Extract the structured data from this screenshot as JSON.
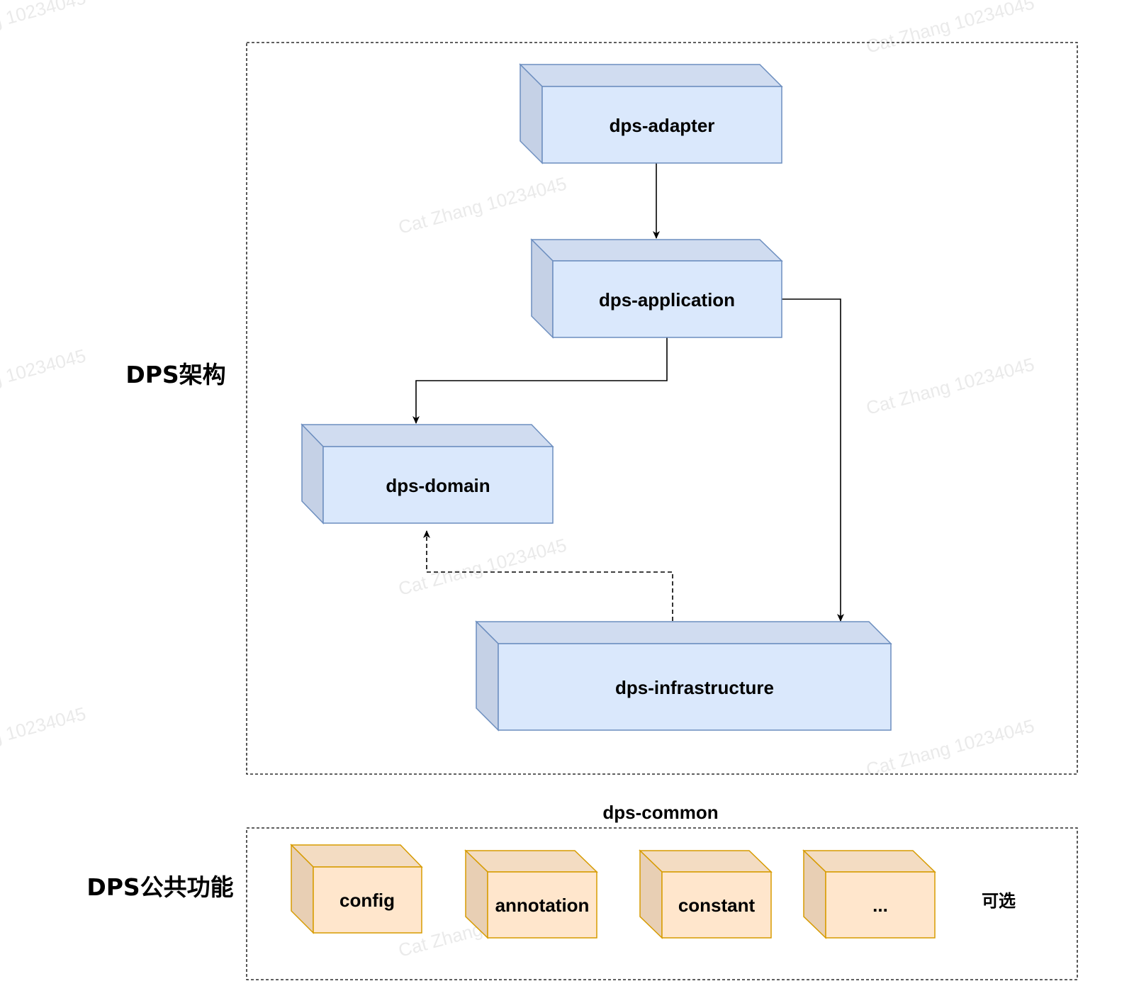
{
  "sections": {
    "architecture_label": "DPS架构",
    "common_label": "DPS公共功能",
    "common_group_title": "dps-common",
    "optional_note": "可选"
  },
  "modules": {
    "adapter": "dps-adapter",
    "application": "dps-application",
    "domain": "dps-domain",
    "infrastructure": "dps-infrastructure"
  },
  "common_modules": {
    "config": "config",
    "annotation": "annotation",
    "constant": "constant",
    "more": "..."
  },
  "watermark_text": "Cat Zhang 10234045",
  "watermark_partial": "g 10234045",
  "colors": {
    "module_face": "#dae8fc",
    "module_side": "#c5d1e6",
    "module_top": "#d0dcf0",
    "module_stroke": "#6c8ebf",
    "common_face": "#ffe6cc",
    "common_side": "#e8cfb4",
    "common_top": "#f3dcc2",
    "common_stroke": "#d79b00",
    "edge": "#000000"
  }
}
